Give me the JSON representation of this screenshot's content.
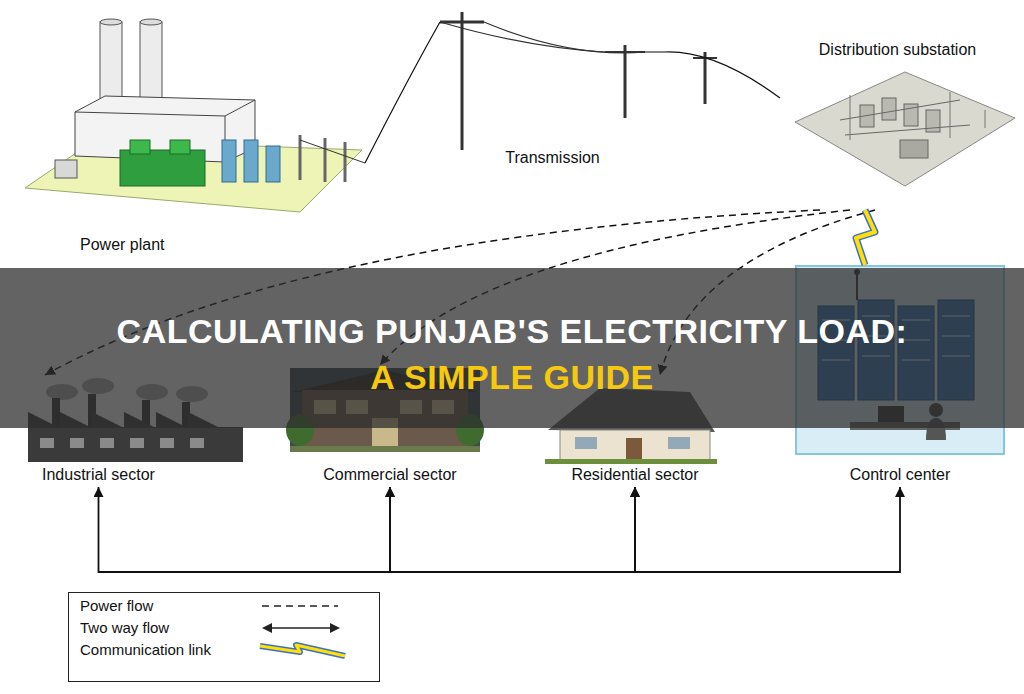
{
  "diagram": {
    "nodes": [
      {
        "text": [
          "Power plant"
        ]
      },
      {
        "text": [
          "Transmission"
        ]
      },
      {
        "text": [
          "Distribution substation"
        ]
      },
      {
        "text": [
          "Industrial sector"
        ]
      },
      {
        "text": [
          "Commercial sector"
        ]
      },
      {
        "text": [
          "Residential sector"
        ]
      },
      {
        "text": [
          "Control center"
        ]
      }
    ],
    "edges": [
      {
        "from": 0,
        "to": 1,
        "arrow": "none"
      },
      {
        "from": 1,
        "to": 2,
        "arrow": "none"
      },
      {
        "from": 2,
        "to": 3,
        "arrow": "to"
      },
      {
        "from": 2,
        "to": 4,
        "arrow": "to"
      },
      {
        "from": 2,
        "to": 5,
        "arrow": "to"
      },
      {
        "from": 2,
        "to": 6,
        "arrow": "none"
      },
      {
        "from": 3,
        "to": 4,
        "arrow": "both"
      },
      {
        "from": 4,
        "to": 5,
        "arrow": "both"
      },
      {
        "from": 5,
        "to": 6,
        "arrow": "both"
      }
    ],
    "labels": [
      "CALCULATING PUNJAB'S ELECTRICITY LOAD:",
      "A SIMPLE GUIDE"
    ],
    "legend": [
      {
        "text": "Power flow"
      },
      {
        "text": "Two way flow"
      },
      {
        "text": "Communication link"
      }
    ]
  }
}
